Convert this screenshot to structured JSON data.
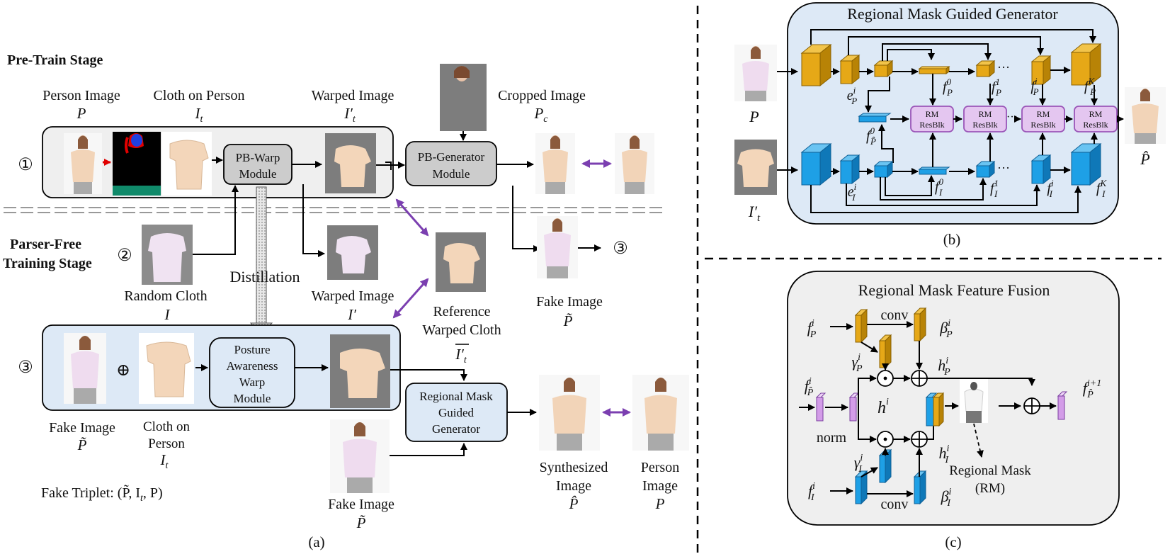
{
  "panel_a": {
    "pretrain_label": "Pre-Train Stage",
    "parserfree_label_1": "Parser-Free",
    "parserfree_label_2": "Training Stage",
    "step1": "①",
    "step2": "②",
    "step3": "③",
    "step3_out": "③",
    "person_image": "Person Image",
    "person_image_sym": "P",
    "cloth_on_person": "Cloth on Person",
    "cloth_on_person_sym": "I",
    "cloth_on_person_sub": "t",
    "warped_image": "Warped Image",
    "warped_image_sym": "I′",
    "warped_image_sub": "t",
    "cropped_image": "Cropped Image",
    "cropped_image_sym": "P",
    "cropped_image_sub": "c",
    "pb_warp_1": "PB-Warp",
    "pb_warp_2": "Module",
    "pb_gen_1": "PB-Generator",
    "pb_gen_2": "Module",
    "distillation": "Distillation",
    "random_cloth": "Random Cloth",
    "random_cloth_sym": "I",
    "warped_image_2": "Warped Image",
    "warped_image_2_sym": "I′",
    "reference_1": "Reference",
    "reference_2": "Warped Cloth",
    "reference_sym": "I′",
    "reference_sub": "t",
    "fake_image": "Fake Image",
    "fake_image_sym": "P̃",
    "paw_1": "Posture",
    "paw_2": "Awareness",
    "paw_3": "Warp",
    "paw_4": "Module",
    "oplus": "⊕",
    "fake_image_2": "Fake Image",
    "fake_image_2_sym": "P̃",
    "cloth_on_1": "Cloth on",
    "cloth_on_2": "Person",
    "cloth_on_sym": "I",
    "cloth_on_sub": "t",
    "fake_triplet": "Fake Triplet: (P̃, I",
    "fake_triplet_sub": "t",
    "fake_triplet_end": ", P)",
    "rmg_1": "Regional Mask",
    "rmg_2": "Guided",
    "rmg_3": "Generator",
    "fake_image_3": "Fake Image",
    "fake_image_3_sym": "P̃",
    "synth_1": "Synthesized",
    "synth_2": "Image",
    "synth_sym": "P̂",
    "person_image_2": "Person",
    "person_image_2b": "Image",
    "person_image_2_sym": "P",
    "caption": "(a)"
  },
  "panel_b": {
    "title": "Regional Mask Guided Generator",
    "P": "P",
    "It": "I′",
    "It_sub": "t",
    "P_hat": "P̂",
    "eP": "e",
    "eP_sup": "i",
    "eP_sub": "P",
    "fP0": "f",
    "fP0_sup": "0",
    "fP0_sub": "P",
    "fP1": "f",
    "fP1_sup": "1",
    "fP1_sub": "P",
    "fPi": "f",
    "fPi_sup": "i",
    "fPi_sub": "P",
    "fPK": "f",
    "fPK_sup": "K",
    "fPK_sub": "P",
    "fPhat0": "f",
    "fPhat0_sup": "0",
    "fPhat0_sub": "P̂",
    "eI": "e",
    "eI_sup": "i",
    "eI_sub": "I",
    "fI0": "f",
    "fI0_sup": "0",
    "fI0_sub": "I",
    "fI1": "f",
    "fI1_sup": "1",
    "fI1_sub": "I",
    "fIi": "f",
    "fIi_sup": "i",
    "fIi_sub": "I",
    "fIK": "f",
    "fIK_sup": "K",
    "fIK_sub": "I",
    "rm_1": "RM",
    "rm_2": "ResBlk",
    "dots": "···",
    "caption": "(b)"
  },
  "panel_c": {
    "title": "Regional Mask Feature Fusion",
    "fP": "f",
    "fP_sup": "i",
    "fP_sub": "P",
    "fPhat": "f",
    "fPhat_sup": "i",
    "fPhat_sub": "P̂",
    "fI": "f",
    "fI_sup": "i",
    "fI_sub": "I",
    "conv_top": "conv",
    "conv_bottom": "conv",
    "betaP": "β",
    "betaP_sup": "i",
    "betaP_sub": "P",
    "gammaP": "γ",
    "gammaP_sup": "i",
    "gammaP_sub": "P",
    "hP": "h",
    "hP_sup": "i",
    "hP_sub": "P",
    "h": "h",
    "h_sup": "i",
    "norm": "norm",
    "gammaI": "γ",
    "gammaI_sup": "i",
    "gammaI_sub": "I",
    "hI": "h",
    "hI_sup": "i",
    "hI_sub": "I",
    "betaI": "β",
    "betaI_sup": "i",
    "betaI_sub": "I",
    "fout": "f",
    "fout_sup": "i+1",
    "fout_sub": "P̂",
    "regional_mask_1": "Regional Mask",
    "regional_mask_2": "(RM)",
    "caption": "(c)"
  },
  "colors": {
    "gold": "#e6a817",
    "gold_dark": "#b07d08",
    "blue": "#1ea0e6",
    "blue_dark": "#0d72b0",
    "purple_block": "#e4c6f0",
    "purple_edge": "#9a55b8",
    "purple_arrow": "#7b3fb0",
    "light_blue_bg": "#dde9f6",
    "gray_bg": "#efefef",
    "module_gray": "#cccccc",
    "photo_gray": "#7d7d7d"
  }
}
